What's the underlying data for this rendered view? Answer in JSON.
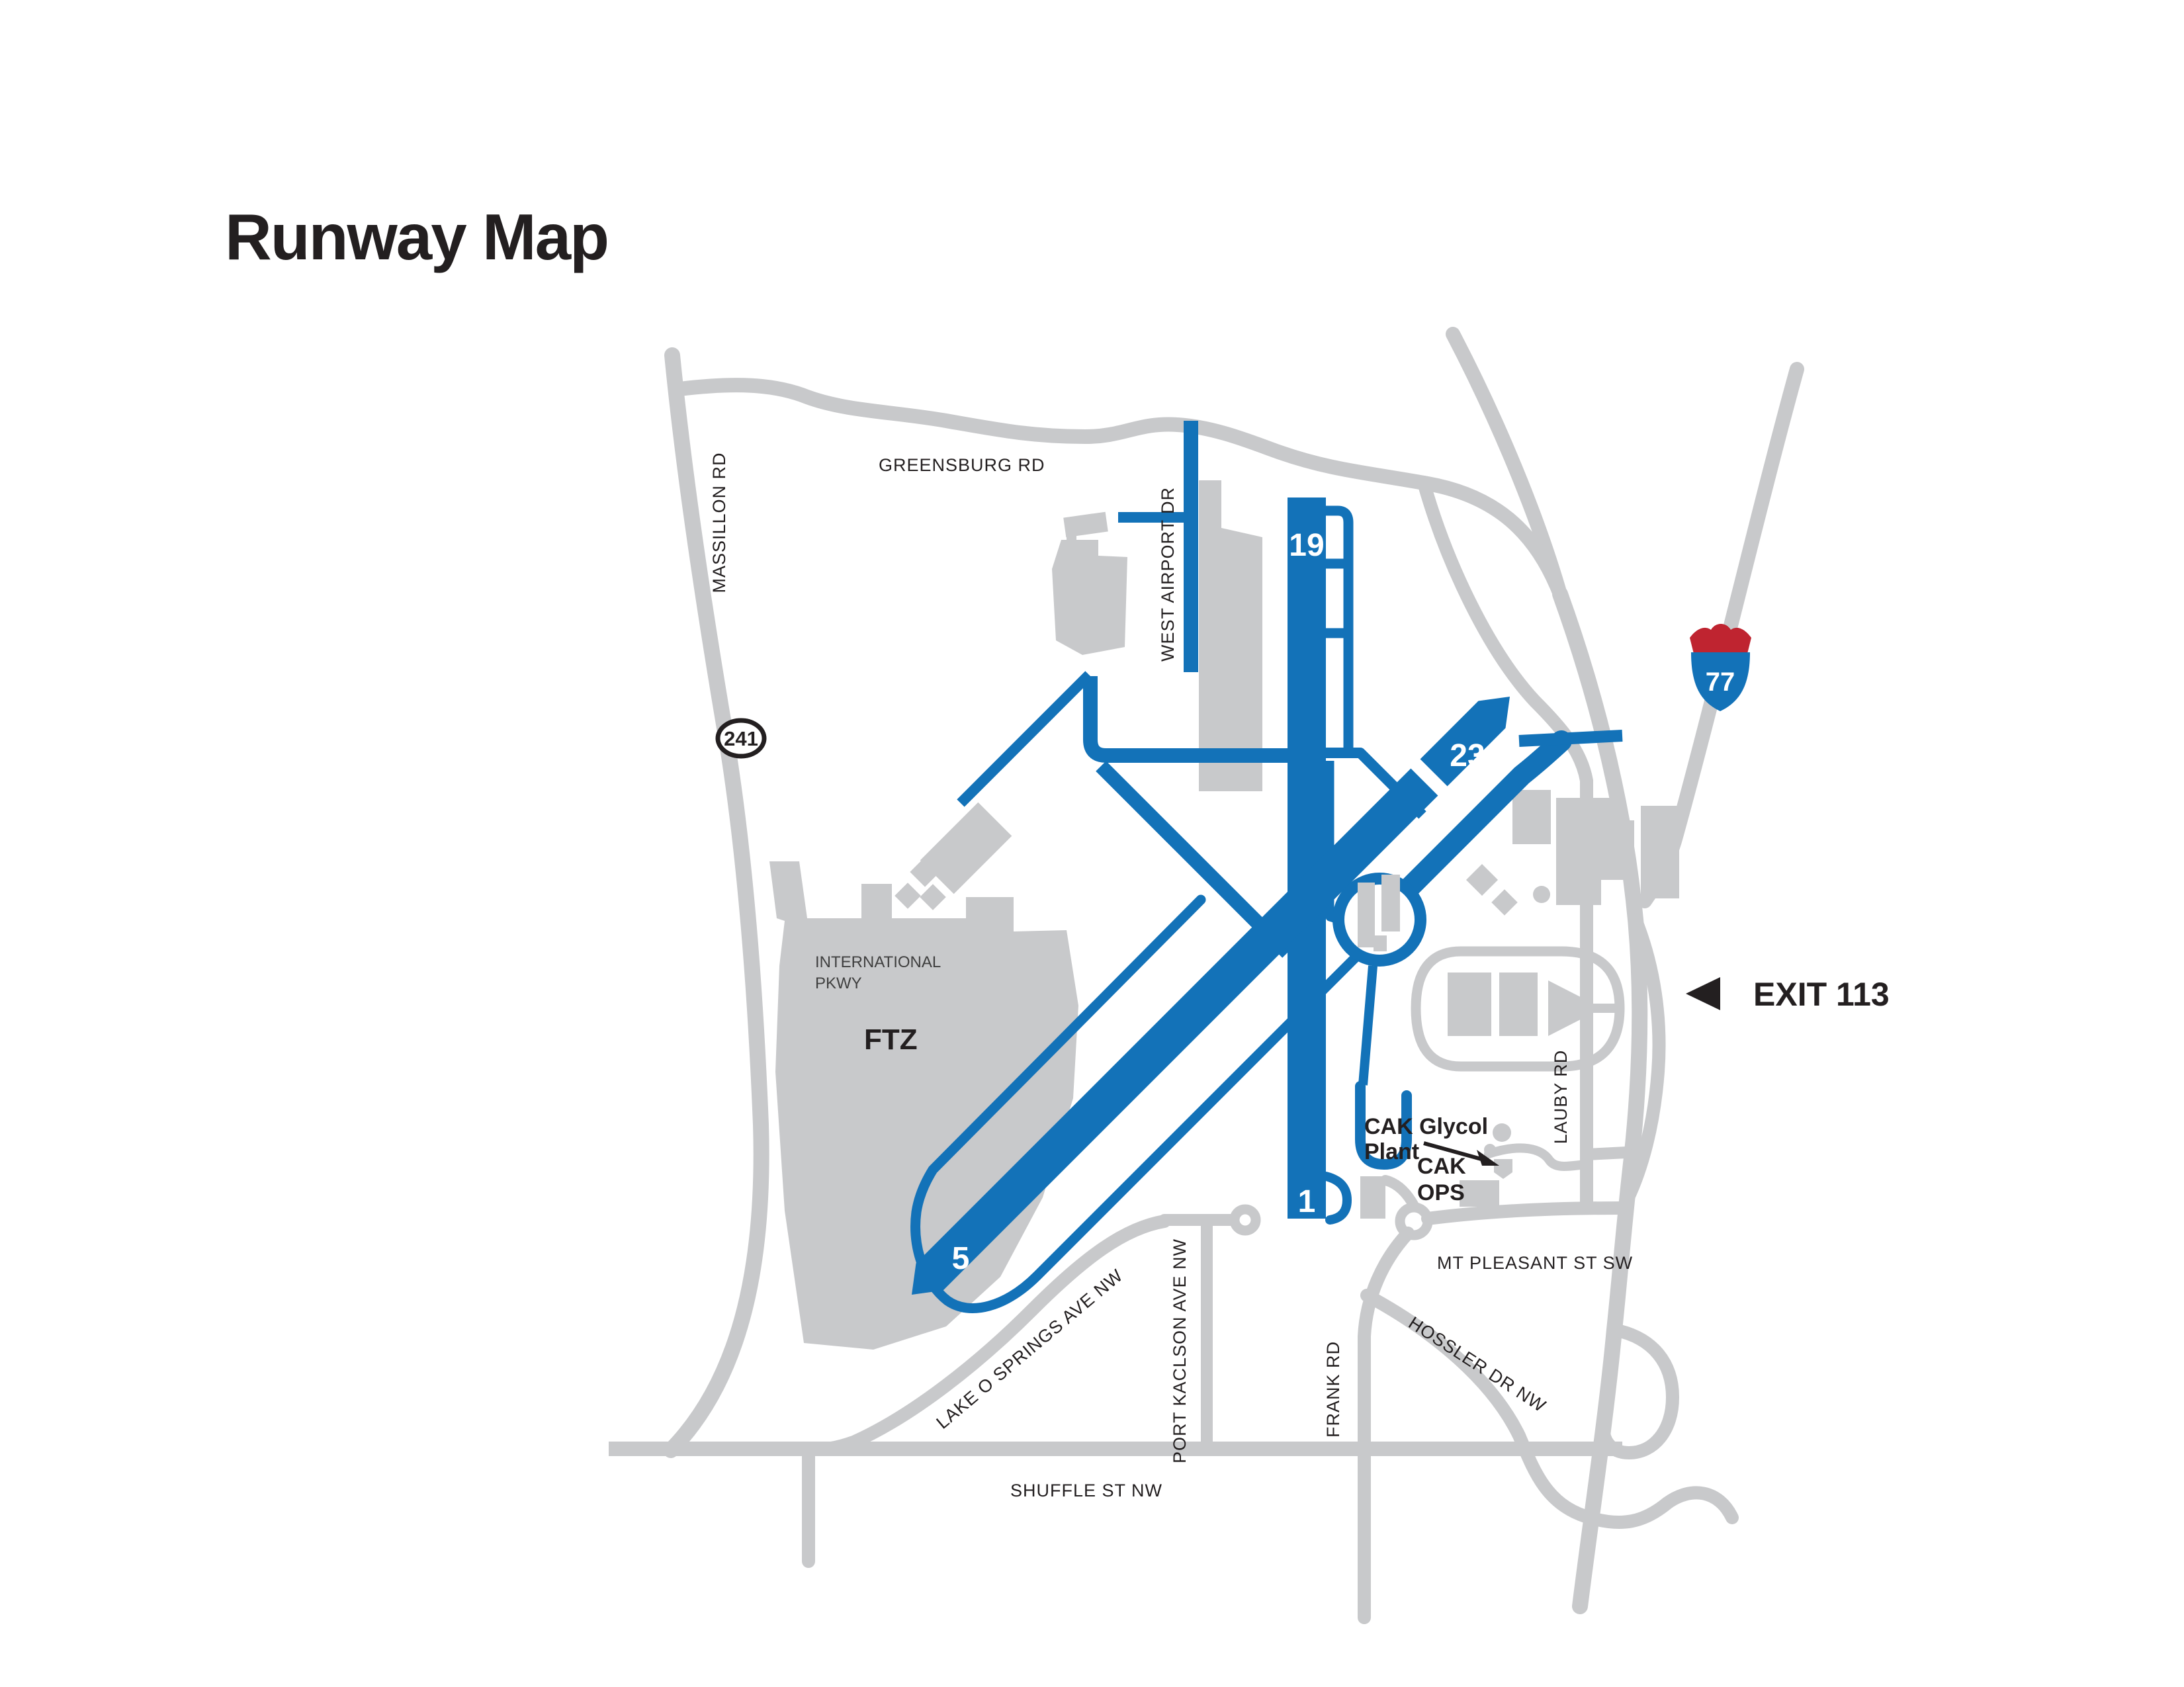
{
  "page": {
    "title": "Runway Map"
  },
  "map": {
    "colors": {
      "runway_blue": "#1372b8",
      "road_gray": "#c8c9cb",
      "text_black": "#231f20",
      "shield_red": "#bf2430",
      "shield_blue": "#1372b8",
      "background": "#ffffff"
    },
    "roads": {
      "massillon": "MASSILLON RD",
      "greensburg": "GREENSBURG RD",
      "west_airport": "WEST AIRPORT DR",
      "lauby": "LAUBY RD",
      "mt_pleasant": "MT PLEASANT ST SW",
      "hossler": "HOSSLER DR NW",
      "frank": "FRANK RD",
      "port_kaclson": "PORT KACLSON AVE NW",
      "lake_o_springs": "LAKE O SPRINGS AVE NW",
      "shuffle": "SHUFFLE ST NW",
      "international_pkwy_line1": "INTERNATIONAL",
      "international_pkwy_line2": "PKWY"
    },
    "runways": {
      "r19": "19",
      "r1": "1",
      "r23": "23",
      "r5": "5"
    },
    "zones": {
      "ftz": "FTZ"
    },
    "callouts": {
      "exit": "EXIT 113",
      "cak_glycol_line1": "CAK Glycol",
      "cak_glycol_line2": "Plant",
      "cak_ops_line1": "CAK",
      "cak_ops_line2": "OPS"
    },
    "shields": {
      "route241": "241",
      "interstate77": "77"
    }
  }
}
